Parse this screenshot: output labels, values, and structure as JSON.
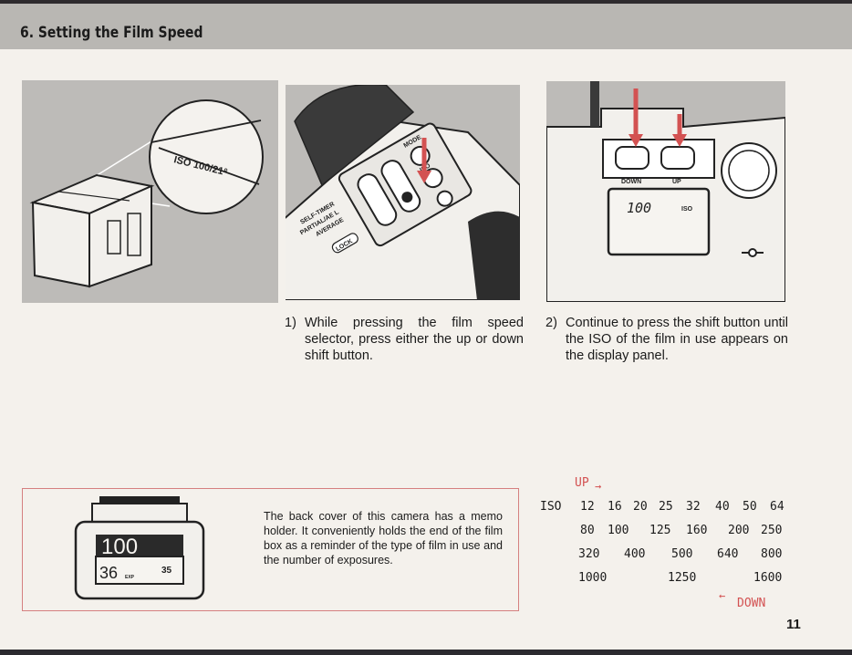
{
  "header": {
    "title": "6. Setting the Film Speed"
  },
  "figures": {
    "box_label": "ISO 100/21°",
    "camera_labels": {
      "selftimer": "SELF-TIMER",
      "partial": "PARTIAL/AE L",
      "average": "AVERAGE",
      "lock": "LOCK",
      "mode": "MODE",
      "iso": "ISO"
    },
    "panel": {
      "down": "DOWN",
      "up": "UP",
      "display_value": "100",
      "display_unit": "ISO"
    },
    "memo_card": {
      "speed": "100",
      "exposures": "36",
      "exp_unit": "EXP",
      "format": "35"
    }
  },
  "steps": [
    {
      "num": "1)",
      "text": "While pressing the film speed selector, press either the up or down shift button."
    },
    {
      "num": "2)",
      "text": "Continue to press the shift button until the ISO of the film in use appears on the display panel."
    }
  ],
  "memo": {
    "text": "The back cover of this camera has a memo holder. It conveniently holds the end of the film box as a reminder of the type of film in use and the number of exposures."
  },
  "iso_table": {
    "label": "ISO",
    "up_label": "UP",
    "down_label": "DOWN",
    "rows": [
      [
        "12",
        "16",
        "20",
        "25",
        "32",
        "40",
        "50",
        "64"
      ],
      [
        "80",
        "100",
        "125",
        "160",
        "200",
        "250"
      ],
      [
        "320",
        "400",
        "500",
        "640",
        "800"
      ],
      [
        "1000",
        "1250",
        "1600"
      ]
    ]
  },
  "page_number": "11",
  "colors": {
    "accent_red": "#d35252",
    "figure_bg": "#bdbbb8",
    "header_bg": "#b9b7b3"
  }
}
